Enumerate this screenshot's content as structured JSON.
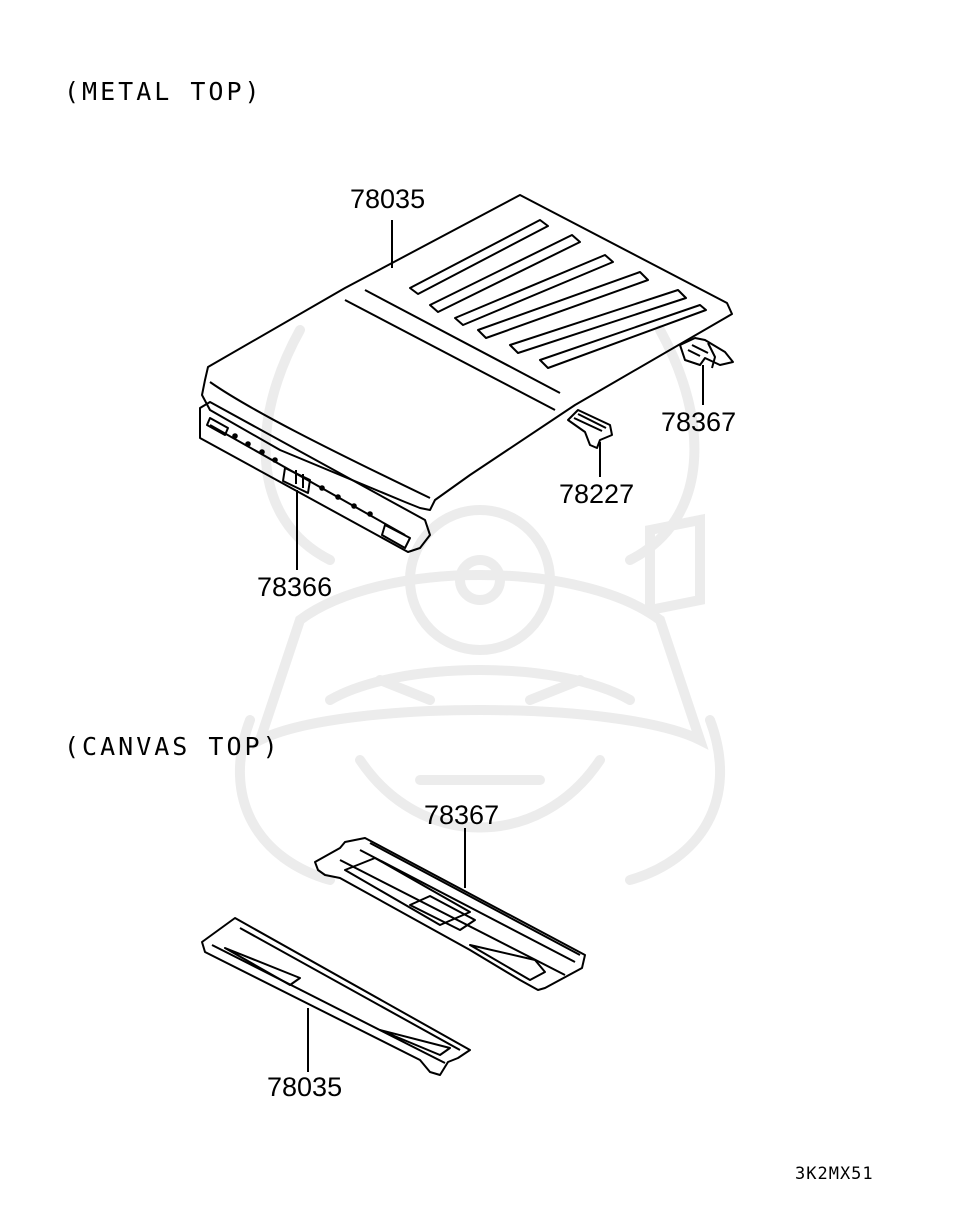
{
  "sections": {
    "metal_top": {
      "title": "(METAL TOP)",
      "callouts": [
        "78035",
        "78367",
        "78227",
        "78366"
      ]
    },
    "canvas_top": {
      "title": "(CANVAS TOP)",
      "callouts": [
        "78367",
        "78035"
      ]
    }
  },
  "diagram_code": "3K2MX51",
  "colors": {
    "line": "#000000",
    "background": "#ffffff",
    "watermark": "#ececec"
  },
  "watermark_icon": "samurai-helmet-icon"
}
